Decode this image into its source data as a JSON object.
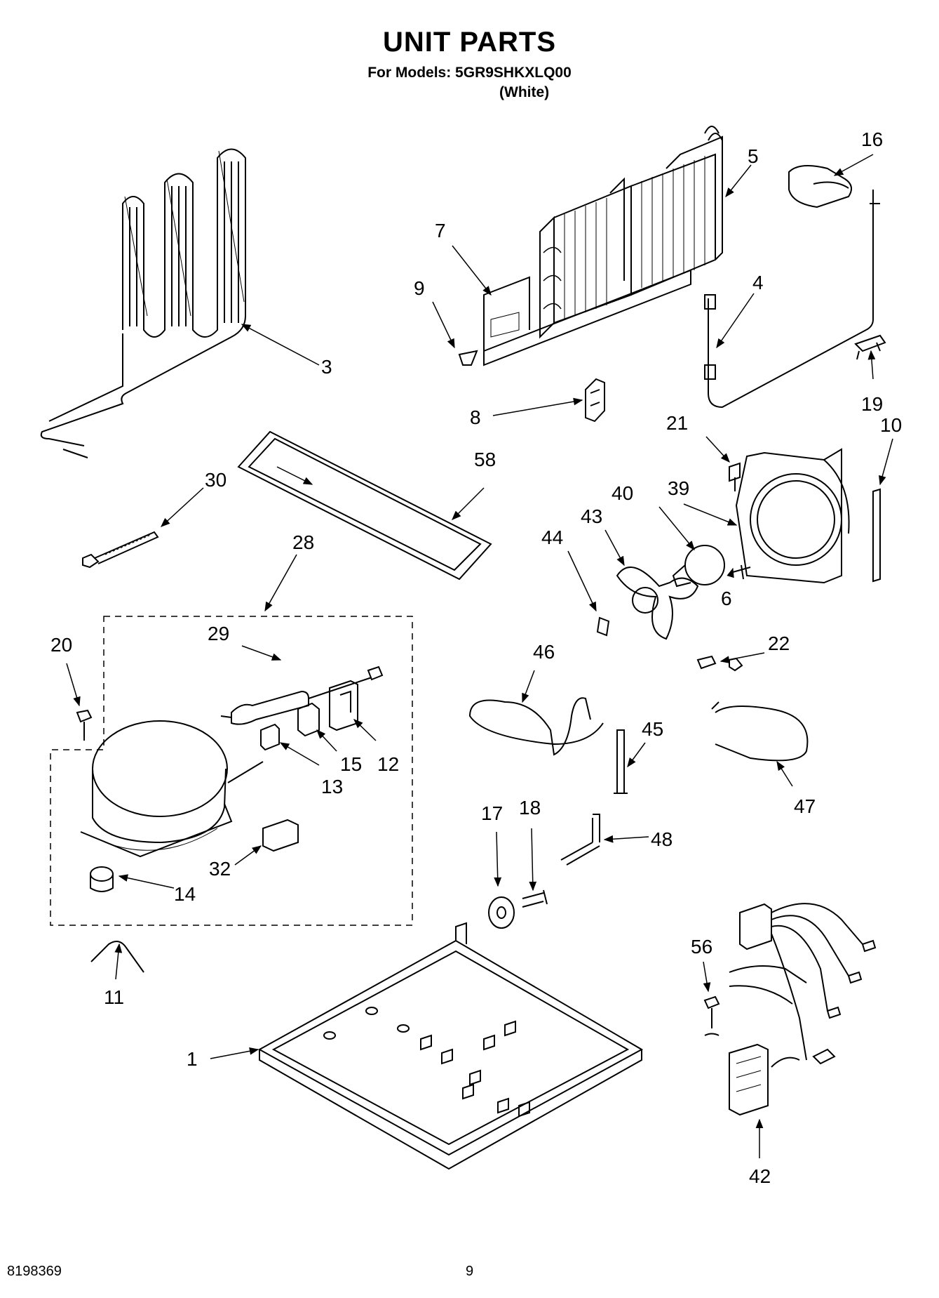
{
  "header": {
    "title": "UNIT PARTS",
    "models_line": "For Models: 5GR9SHKXLQ00",
    "color_line": "(White)"
  },
  "callouts": {
    "c1": "1",
    "c3": "3",
    "c4": "4",
    "c5": "5",
    "c6": "6",
    "c7": "7",
    "c8": "8",
    "c9": "9",
    "c10": "10",
    "c11": "11",
    "c12": "12",
    "c13": "13",
    "c14": "14",
    "c15": "15",
    "c16": "16",
    "c17": "17",
    "c18": "18",
    "c19": "19",
    "c20": "20",
    "c21": "21",
    "c22": "22",
    "c28": "28",
    "c29": "29",
    "c30": "30",
    "c32": "32",
    "c39": "39",
    "c40": "40",
    "c42": "42",
    "c43": "43",
    "c44": "44",
    "c45": "45",
    "c46": "46",
    "c47": "47",
    "c48": "48",
    "c56": "56",
    "c58": "58"
  },
  "footer": {
    "doc_number": "8198369",
    "page_number": "9"
  }
}
